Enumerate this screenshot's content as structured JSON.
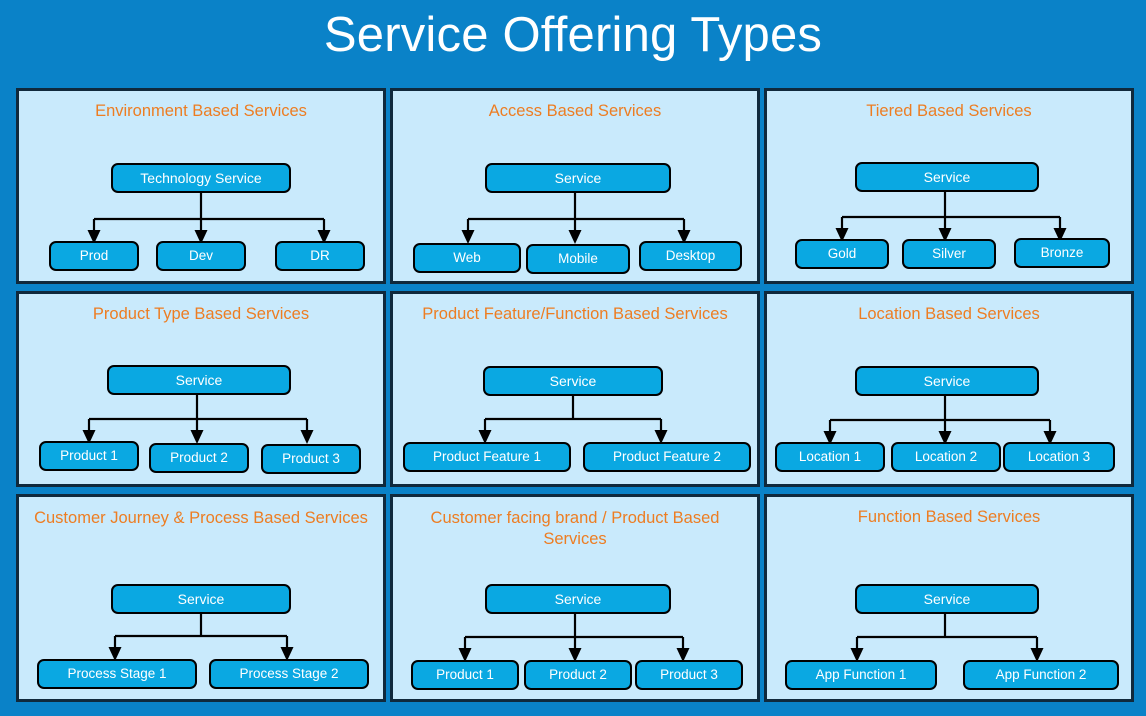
{
  "page": {
    "title": "Service Offering Types",
    "background_color": "#0a82c8",
    "panel_background_color": "#c9eafc",
    "panel_border_color": "#10293c",
    "panel_title_color": "#ed7d22",
    "node_fill_color": "#0aa8e2",
    "node_border_color": "#000000",
    "node_text_color": "#ffffff"
  },
  "panels": [
    {
      "title": "Environment Based Services",
      "parent": "Technology Service",
      "children": [
        "Prod",
        "Dev",
        "DR"
      ]
    },
    {
      "title": "Access Based Services",
      "parent": "Service",
      "children": [
        "Web",
        "Mobile",
        "Desktop"
      ]
    },
    {
      "title": "Tiered Based Services",
      "parent": "Service",
      "children": [
        "Gold",
        "Silver",
        "Bronze"
      ]
    },
    {
      "title": "Product Type Based Services",
      "parent": "Service",
      "children": [
        "Product 1",
        "Product 2",
        "Product 3"
      ]
    },
    {
      "title": "Product Feature/Function Based Services",
      "parent": "Service",
      "children": [
        "Product Feature 1",
        "Product Feature 2"
      ]
    },
    {
      "title": "Location Based Services",
      "parent": "Service",
      "children": [
        "Location 1",
        "Location 2",
        "Location 3"
      ]
    },
    {
      "title": "Customer Journey & Process Based Services",
      "parent": "Service",
      "children": [
        "Process Stage 1",
        "Process Stage 2"
      ]
    },
    {
      "title": "Customer facing brand / Product Based Services",
      "parent": "Service",
      "children": [
        "Product 1",
        "Product 2",
        "Product 3"
      ]
    },
    {
      "title": "Function Based Services",
      "parent": "Service",
      "children": [
        "App Function 1",
        "App Function 2"
      ]
    }
  ]
}
